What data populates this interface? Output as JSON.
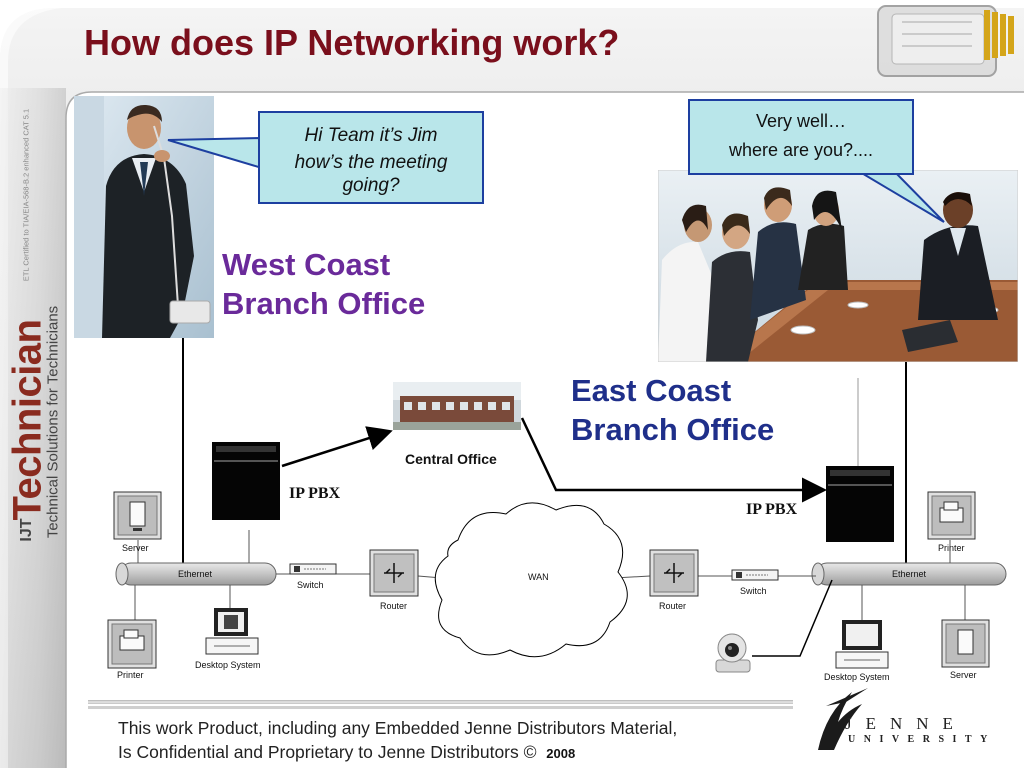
{
  "title": "How does IP Networking work?",
  "side_certification": "ETL Certified to TIA/EIA-568-B.2 enhanced CAT 5.1",
  "brand": {
    "name": "Technician",
    "tagline": "Technical Solutions for Technicians",
    "mark": "IJT"
  },
  "west": {
    "bubble": [
      "Hi Team it’s Jim",
      "how’s the meeting",
      "going?"
    ],
    "office": [
      "West Coast",
      "Branch Office"
    ]
  },
  "east": {
    "bubble": [
      "Very well…",
      "where are you?...."
    ],
    "office": [
      "East Coast",
      "Branch Office"
    ]
  },
  "central_office": "Central Office",
  "pbx_label": "IP PBX",
  "wan_label": "WAN",
  "labels": {
    "server": "Server",
    "printer": "Printer",
    "ethernet": "Ethernet",
    "switch": "Switch",
    "router": "Router",
    "desktop": "Desktop System"
  },
  "footer": {
    "line1": "This work Product, including any Embedded Jenne Distributors Material,",
    "line2": "Is Confidential and Proprietary to Jenne Distributors ©",
    "year": "2008"
  },
  "logo": {
    "name": "JENNE",
    "sub": "UNIVERSITY"
  },
  "colors": {
    "title": "#7a0f1c",
    "west_office": "#6a2a9a",
    "east_office": "#1f2f8a",
    "bubble_fill": "#b9e6ea",
    "bubble_border": "#1d3fa0",
    "brand": "#8a2b1f"
  }
}
